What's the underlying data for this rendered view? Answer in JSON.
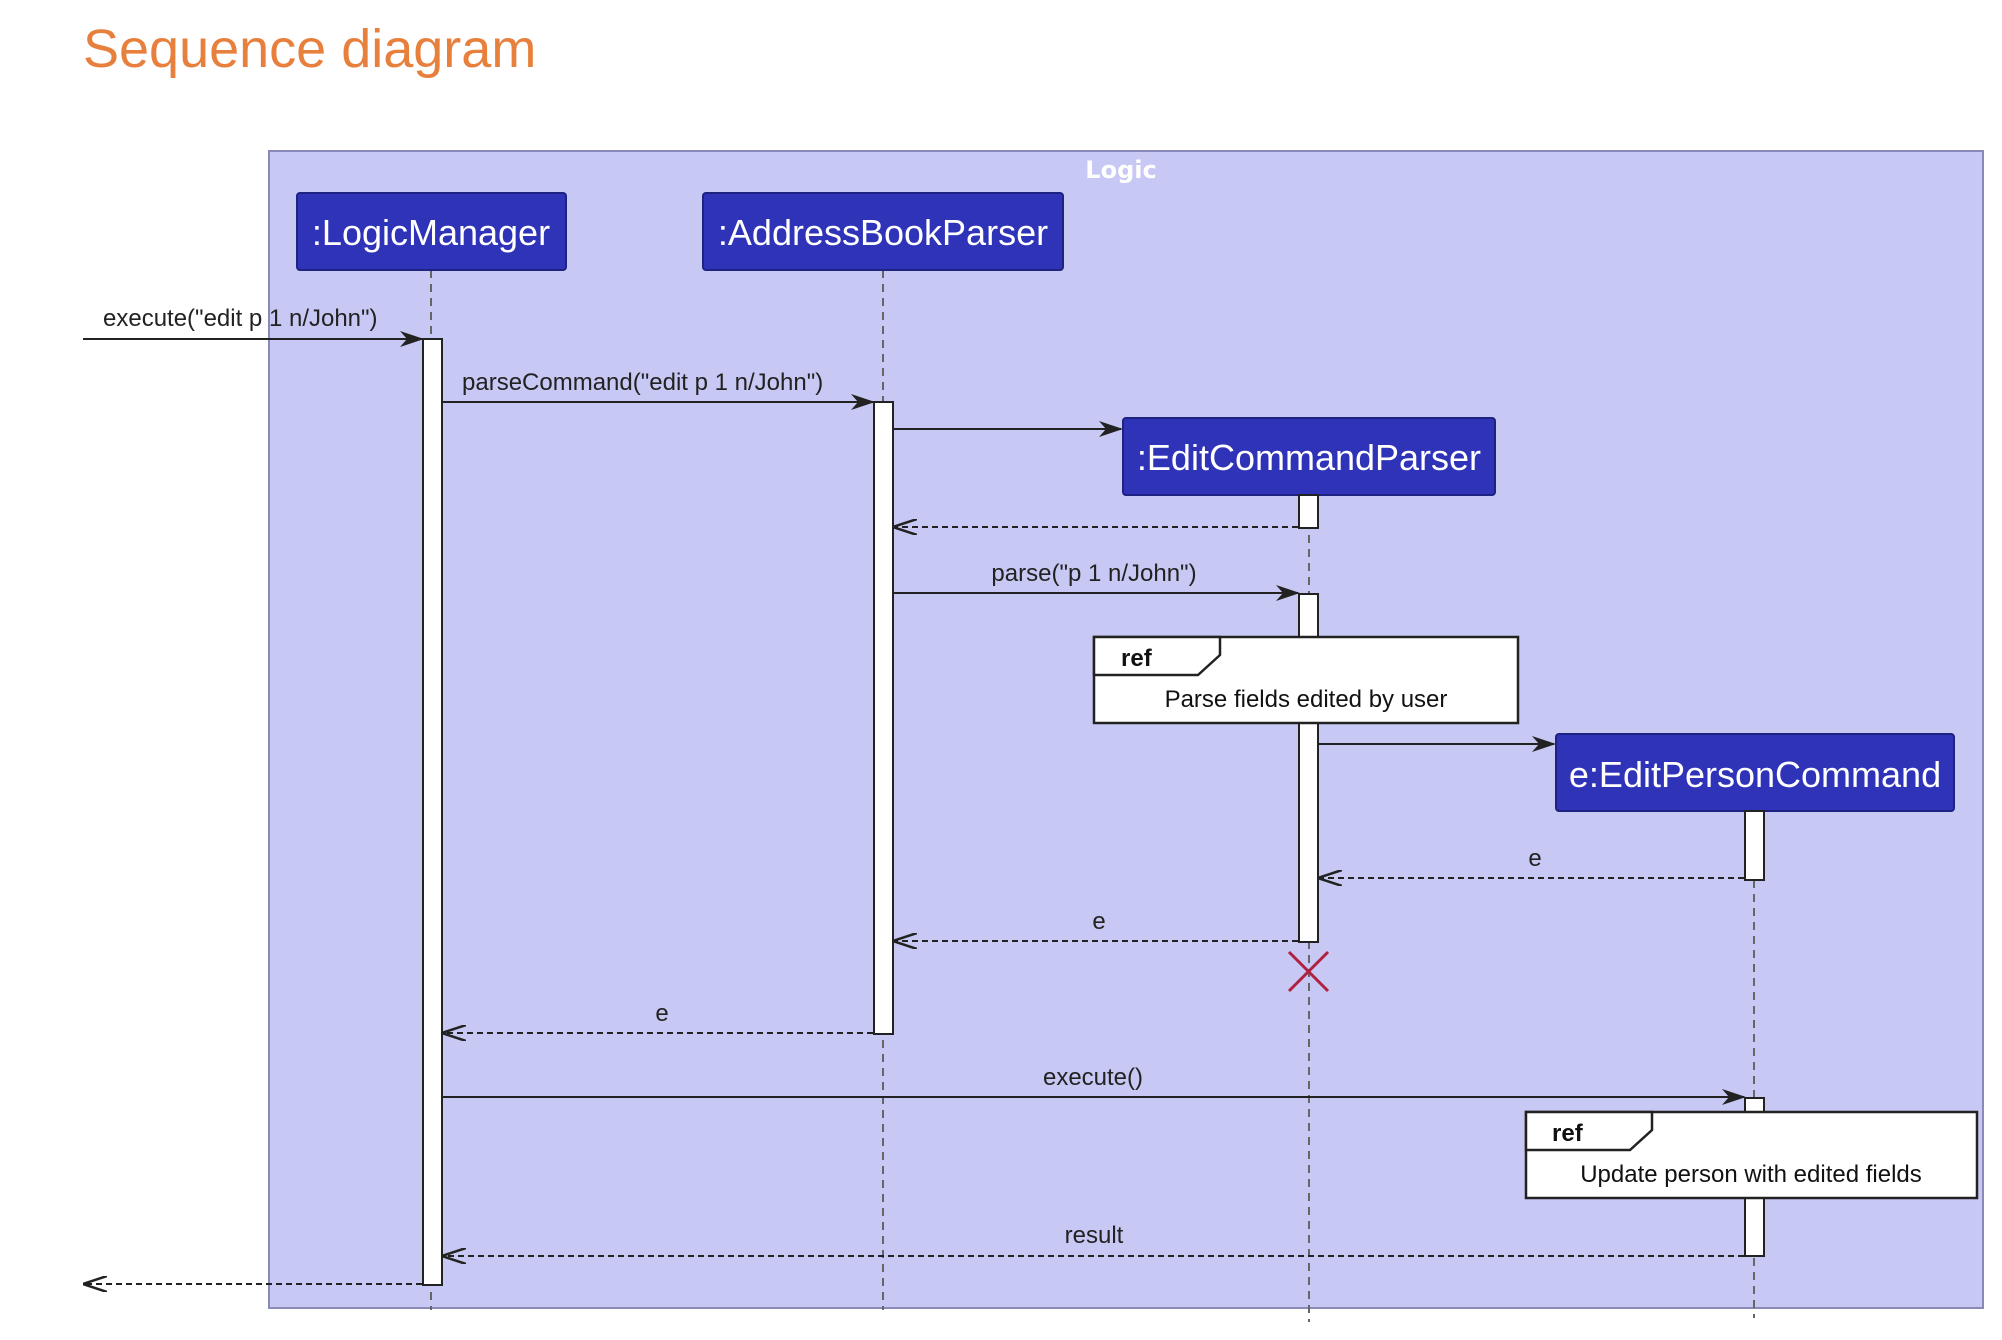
{
  "title": "Sequence diagram",
  "frame": {
    "title": "Logic"
  },
  "participants": {
    "logic_manager": ":LogicManager",
    "address_book_parser": ":AddressBookParser",
    "edit_command_parser": ":EditCommandParser",
    "edit_person_command": "e:EditPersonCommand"
  },
  "messages": {
    "execute_call": "execute(\"edit p 1 n/John\")",
    "parse_command": "parseCommand(\"edit p 1 n/John\")",
    "parse": "parse(\"p 1 n/John\")",
    "return_e1": "e",
    "return_e2": "e",
    "return_e3": "e",
    "execute_empty": "execute()",
    "return_result": "result"
  },
  "refs": {
    "ref1": {
      "tag": "ref",
      "text": "Parse fields edited by user"
    },
    "ref2": {
      "tag": "ref",
      "text": "Update person with edited fields"
    }
  },
  "colors": {
    "title": "#e8803d",
    "frame_bg": "#c8c8f4",
    "participant_bg": "#2f33b8",
    "destroy": "#b02040"
  }
}
